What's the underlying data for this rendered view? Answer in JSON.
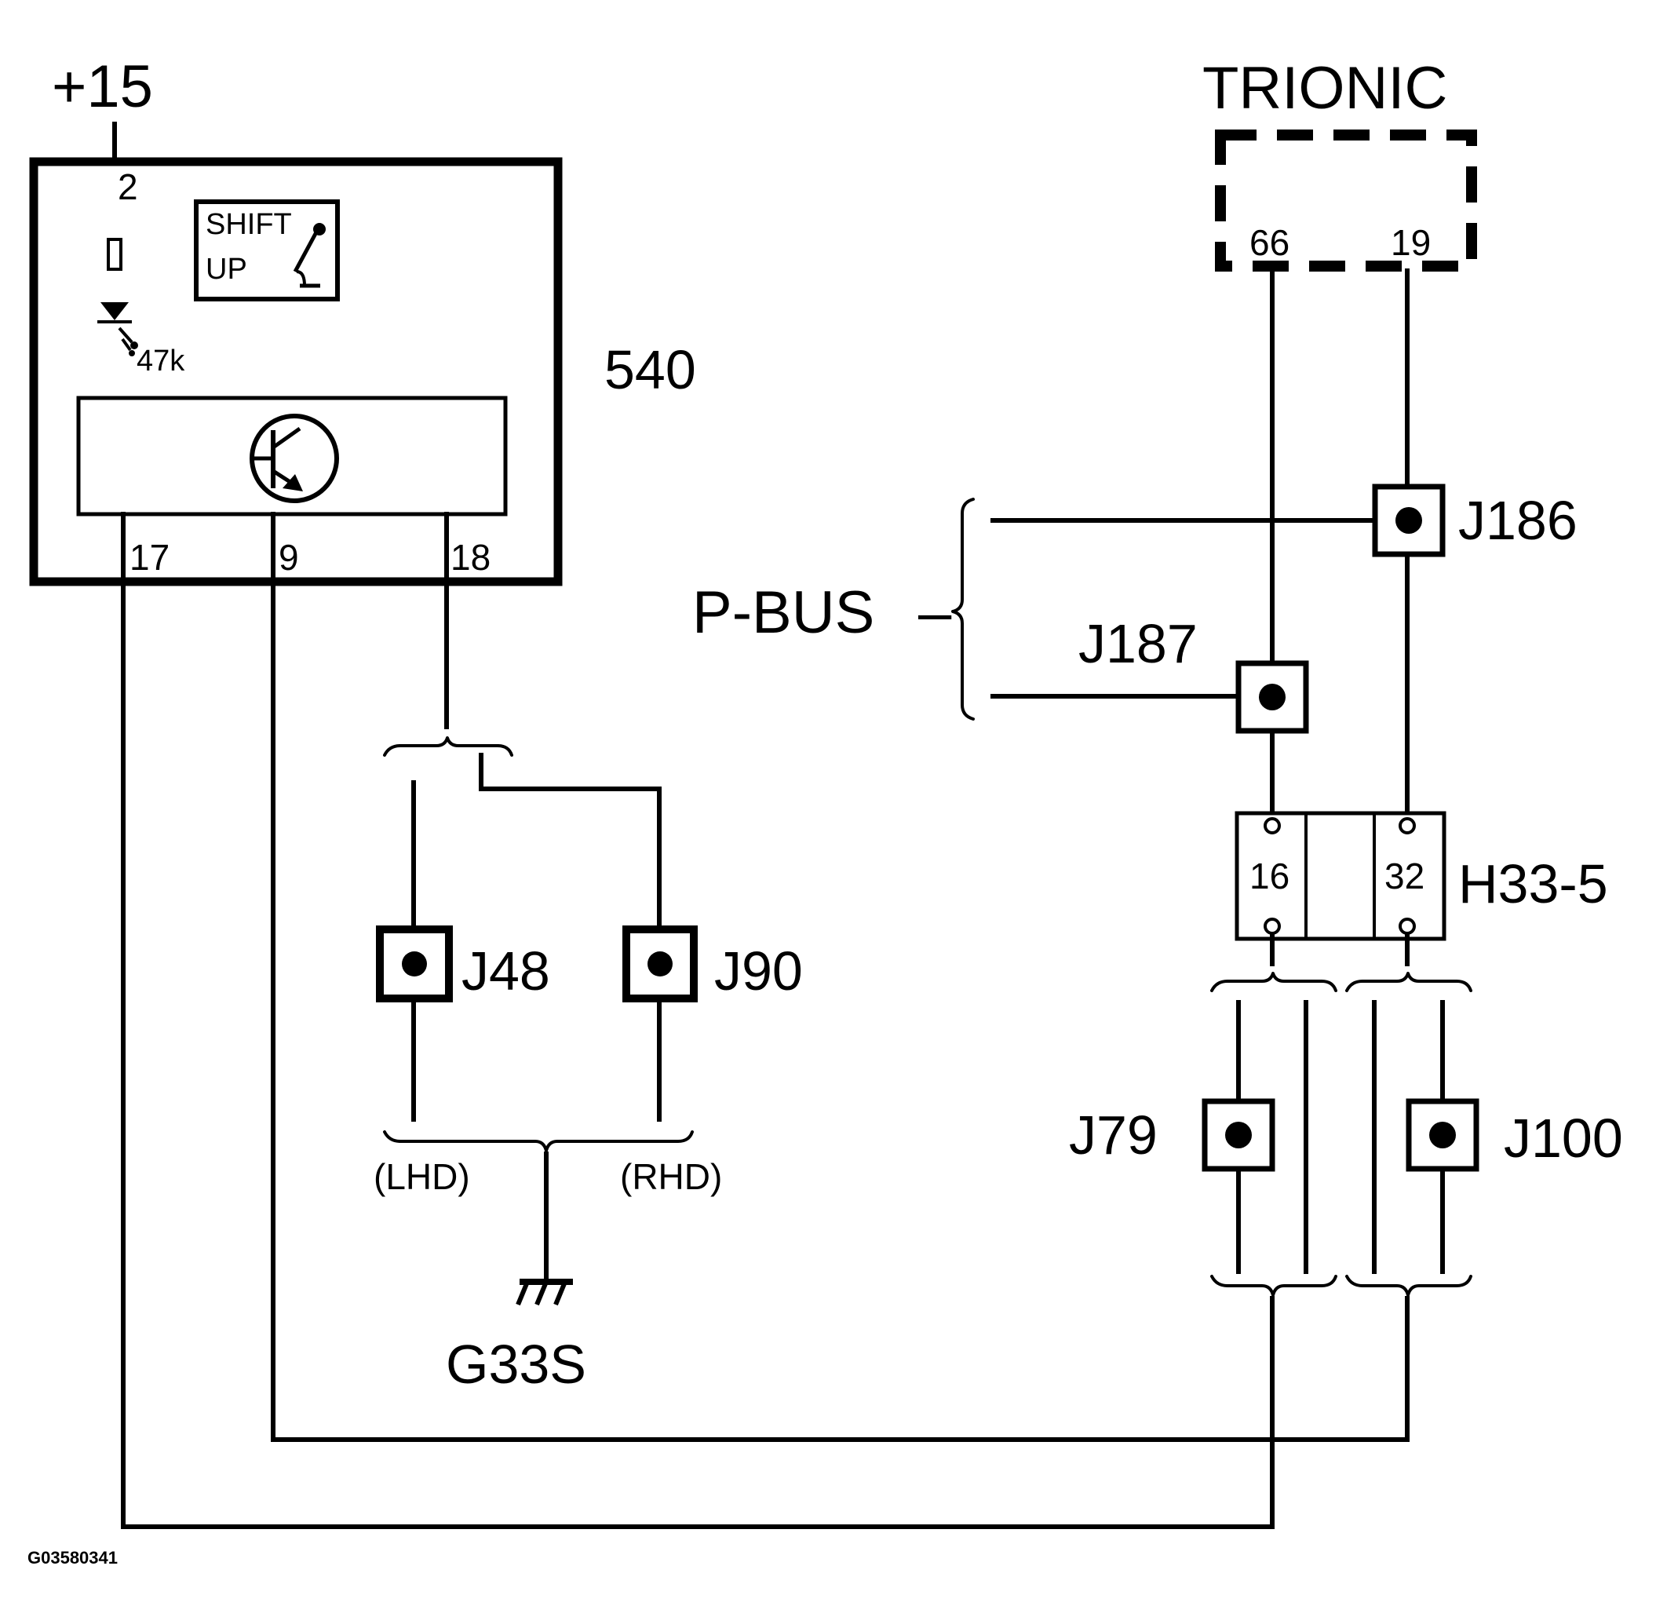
{
  "labels": {
    "supply": "+15",
    "module_id": "540",
    "pin_supply": "2",
    "resistor": "47k",
    "indicator_line1": "SHIFT",
    "indicator_line2": "UP",
    "pin_17": "17",
    "pin_9": "9",
    "pin_18": "18",
    "ecu": "TRIONIC",
    "ecu_pin_66": "66",
    "ecu_pin_19": "19",
    "bus": "P-BUS",
    "bus_dash": "–",
    "j186": "J186",
    "j187": "J187",
    "j48": "J48",
    "j90": "J90",
    "lhd": "(LHD)",
    "rhd": "(RHD)",
    "ground": "G33S",
    "h33_5": "H33-5",
    "h_pin_16": "16",
    "h_pin_32": "32",
    "j79": "J79",
    "j100": "J100",
    "figure_code": "G03580341"
  }
}
